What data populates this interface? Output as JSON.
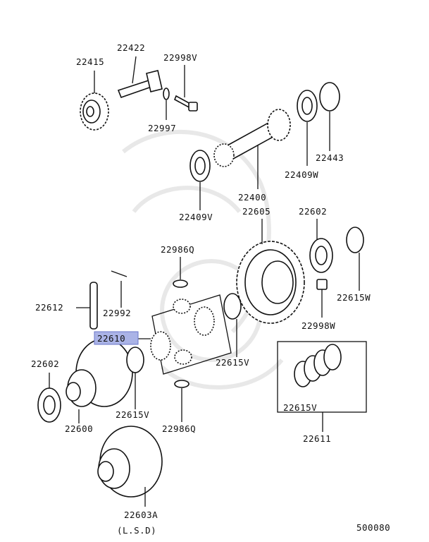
{
  "labels": {
    "p22415": "22415",
    "p22422": "22422",
    "p22998v": "22998V",
    "p22997": "22997",
    "p22443": "22443",
    "p22409w": "22409W",
    "p22400": "22400",
    "p22409v": "22409V",
    "p22605": "22605",
    "p22602a": "22602",
    "p22986q_top": "22986Q",
    "p22615w": "22615W",
    "p22998w": "22998W",
    "p22612": "22612",
    "p22992": "22992",
    "p22610": "22610",
    "p22602b": "22602",
    "p22615v_mid": "22615V",
    "p22615v_low": "22615V",
    "p22600": "22600",
    "p22986q_low": "22986Q",
    "p22615v_set": "22615V",
    "p22611": "22611",
    "p22603a": "22603A",
    "lsd_note": "(L.S.D)",
    "diagram_code": "500080"
  },
  "highlight": {
    "part": "22610",
    "color": "#aab3e6"
  }
}
